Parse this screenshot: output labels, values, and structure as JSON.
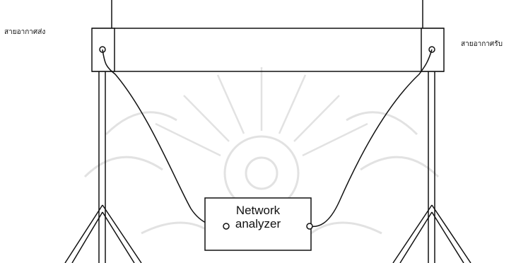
{
  "labels": {
    "transmit_antenna": "สายอากาศส่ง",
    "receive_antenna": "สายอากาศรับ"
  },
  "network_analyzer": {
    "line1": "Network",
    "line2": "analyzer"
  },
  "colors": {
    "ink": "#111111",
    "watermark": "#e2e2e2"
  }
}
